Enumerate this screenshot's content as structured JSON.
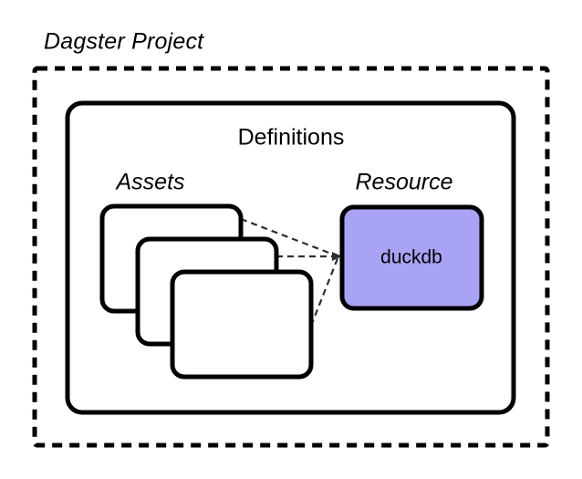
{
  "diagram": {
    "title": "Dagster Project",
    "background_color": "#ffffff",
    "outline_color": "#000000",
    "connector_color": "#2b2f38",
    "container": {
      "label": "Definitions",
      "style": "solid-rounded"
    },
    "groups": [
      {
        "id": "assets",
        "label": "Assets",
        "kind": "stacked-cards",
        "card_count": 3,
        "card_fill": "#ffffff",
        "cards": [
          {
            "id": "asset-card-1",
            "label": ""
          },
          {
            "id": "asset-card-2",
            "label": ""
          },
          {
            "id": "asset-card-3",
            "label": ""
          }
        ]
      },
      {
        "id": "resource",
        "label": "Resource",
        "kind": "single-node",
        "node": {
          "id": "duckdb-node",
          "label": "duckdb",
          "fill": "#a8a3f5",
          "stroke": "#000000"
        }
      }
    ],
    "connections": [
      {
        "from": "asset-card-1",
        "to": "duckdb-node",
        "style": "dashed",
        "arrow": true
      },
      {
        "from": "asset-card-2",
        "to": "duckdb-node",
        "style": "dashed",
        "arrow": true
      },
      {
        "from": "asset-card-3",
        "to": "duckdb-node",
        "style": "dashed",
        "arrow": true
      }
    ]
  }
}
